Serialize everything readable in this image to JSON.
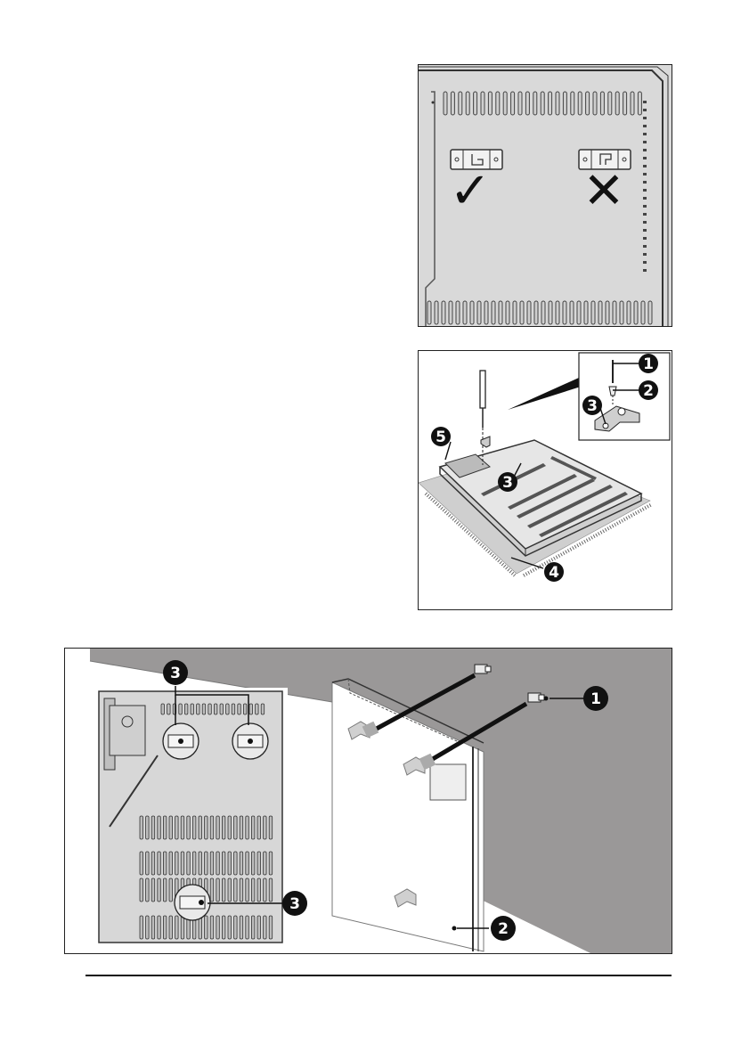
{
  "diagram": {
    "top_panel": {
      "correct_mark": "✓",
      "wrong_mark": "✕"
    },
    "middle_panel": {
      "callouts": [
        "1",
        "2",
        "3",
        "3",
        "4",
        "5"
      ]
    },
    "bottom_panel": {
      "callouts": [
        "3",
        "1",
        "3",
        "2"
      ]
    }
  }
}
